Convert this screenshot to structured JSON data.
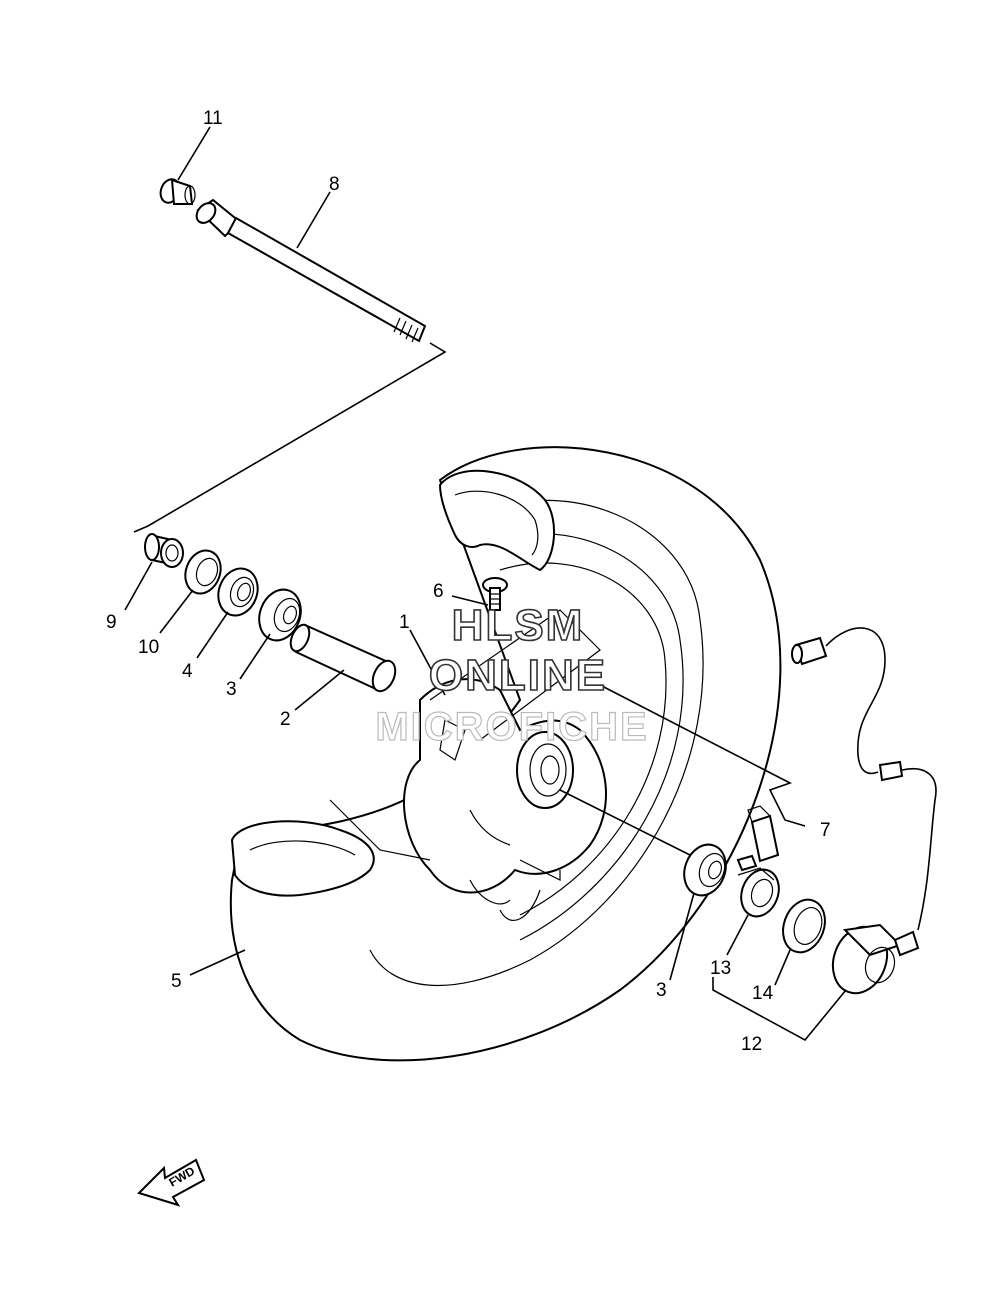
{
  "callouts": {
    "c1": "1",
    "c2": "2",
    "c3a": "3",
    "c3b": "3",
    "c4": "4",
    "c5": "5",
    "c6": "6",
    "c7": "7",
    "c8": "8",
    "c9": "9",
    "c10": "10",
    "c11": "11",
    "c12": "12",
    "c13": "13",
    "c14": "14"
  },
  "watermark": {
    "line1": "HLSM",
    "line2": "ONLINE",
    "line3": "MICROFICHE"
  },
  "fwd_label": "FWD"
}
